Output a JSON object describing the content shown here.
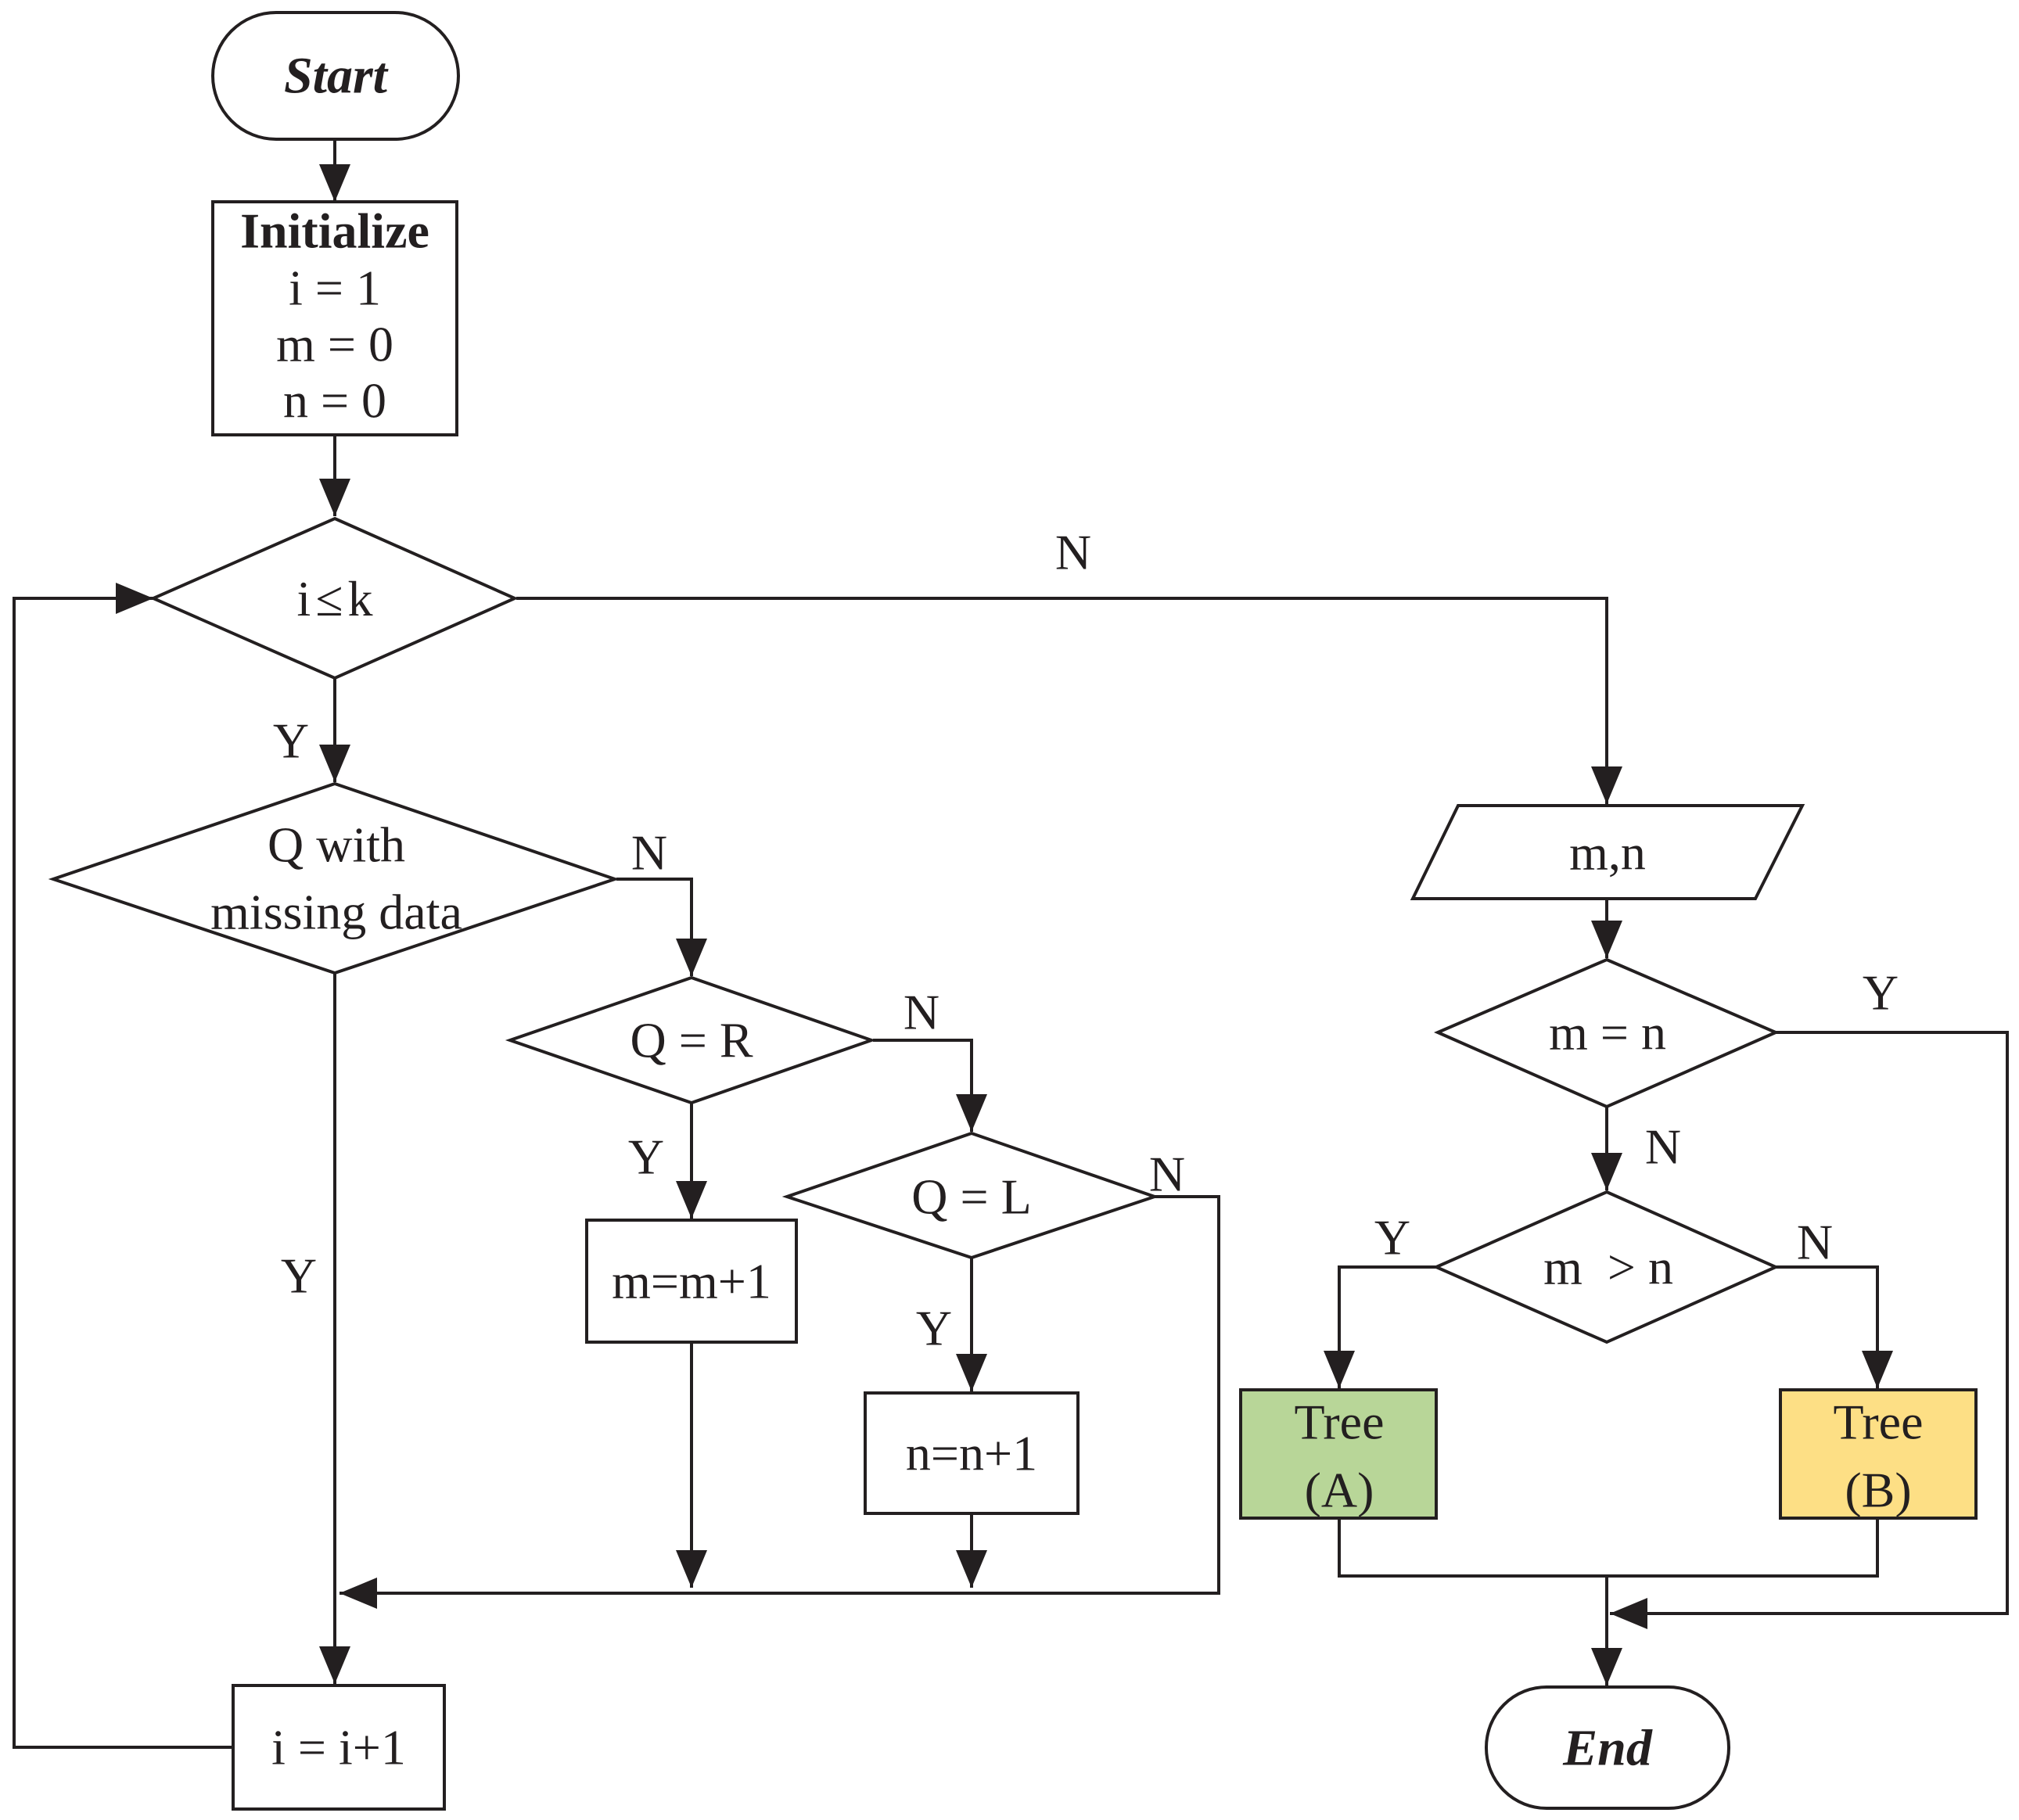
{
  "colors": {
    "stroke": "#231f20",
    "tree_a_fill": "#b8d698",
    "tree_b_fill": "#fddf85"
  },
  "nodes": {
    "start": "Start",
    "init_title": "Initialize",
    "init_i": "i = 1",
    "init_m": "m = 0",
    "init_n": "n = 0",
    "cond_ik_left": "i",
    "cond_ik_op": "≤",
    "cond_ik_right": "k",
    "missing_1": "Q with",
    "missing_2": "missing data",
    "qr": "Q = R",
    "ql": "Q = L",
    "m_inc": "m=m+1",
    "n_inc": "n=n+1",
    "i_inc": "i = i+1",
    "mn_output": "m,n",
    "m_eq_n": "m = n",
    "m_gt_n": "m  > n",
    "tree_a_1": "Tree",
    "tree_a_2": "(A)",
    "tree_b_1": "Tree",
    "tree_b_2": "(B)",
    "end": "End"
  },
  "labels": {
    "ik_no": "N",
    "ik_yes": "Y",
    "missing_no": "N",
    "missing_yes": "Y",
    "qr_no": "N",
    "qr_yes": "Y",
    "ql_no": "N",
    "ql_yes": "Y",
    "meq_yes": "Y",
    "meq_no": "N",
    "mgt_yes": "Y",
    "mgt_no": "N"
  }
}
